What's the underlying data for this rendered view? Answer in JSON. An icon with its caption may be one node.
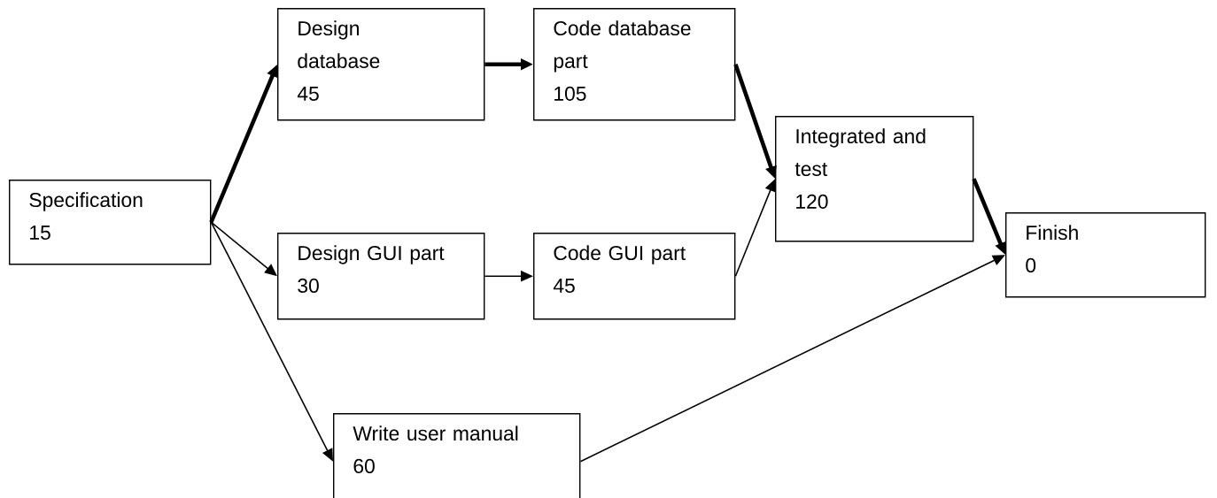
{
  "diagram": {
    "nodes": [
      {
        "text": [
          "Specification",
          "15"
        ]
      },
      {
        "text": [
          "Design database",
          "45"
        ]
      },
      {
        "text": [
          "Code database part",
          "105"
        ]
      },
      {
        "text": [
          "Design GUI part",
          "30"
        ]
      },
      {
        "text": [
          "Code GUI part",
          "45"
        ]
      },
      {
        "text": [
          "Write user manual",
          "60"
        ]
      },
      {
        "text": [
          "Integrated and test",
          "120"
        ]
      },
      {
        "text": [
          "Finish",
          "0"
        ]
      }
    ],
    "edges": [
      {
        "from": 0,
        "to": 1,
        "arrow": "to",
        "style": "thick"
      },
      {
        "from": 1,
        "to": 2,
        "arrow": "to",
        "style": "thick"
      },
      {
        "from": 2,
        "to": 6,
        "arrow": "to",
        "style": "thick"
      },
      {
        "from": 6,
        "to": 7,
        "arrow": "to",
        "style": "thick"
      },
      {
        "from": 0,
        "to": 3,
        "arrow": "to"
      },
      {
        "from": 3,
        "to": 4,
        "arrow": "to"
      },
      {
        "from": 4,
        "to": 6,
        "arrow": "to"
      },
      {
        "from": 0,
        "to": 5,
        "arrow": "to"
      },
      {
        "from": 5,
        "to": 7,
        "arrow": "to"
      }
    ]
  }
}
